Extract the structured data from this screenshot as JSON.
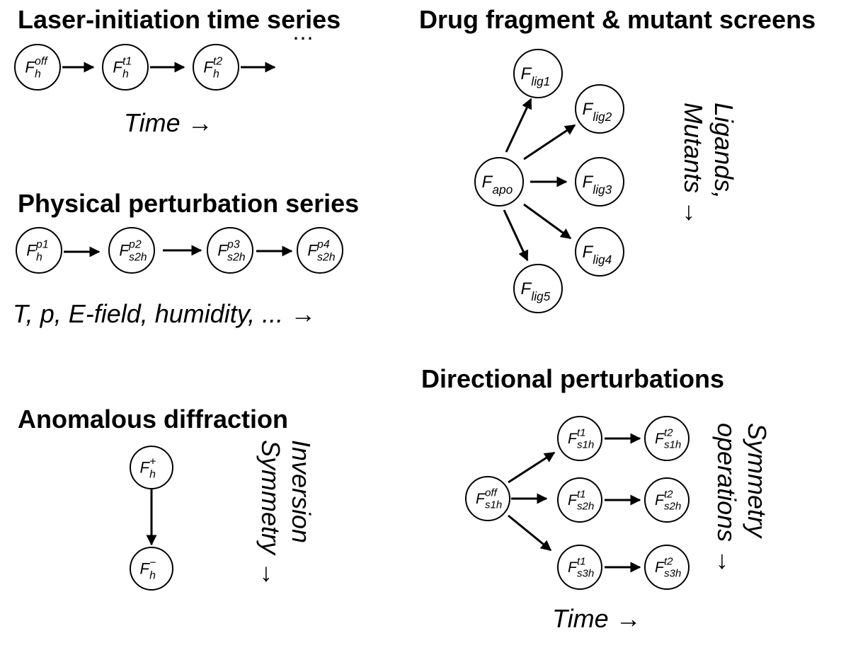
{
  "panels": {
    "laser": {
      "title": "Laser-initiation time series",
      "caption": "Time →",
      "nodes": [
        {
          "base": "F",
          "sup": "off",
          "sub": "h"
        },
        {
          "base": "F",
          "sup": "t1",
          "sub": "h"
        },
        {
          "base": "F",
          "sup": "t2",
          "sub": "h"
        }
      ],
      "ellipsis": "⋯"
    },
    "physical": {
      "title": "Physical perturbation series",
      "caption": "T, p, E-field, humidity, ... →",
      "nodes": [
        {
          "base": "F",
          "sup": "p1",
          "sub": "h"
        },
        {
          "base": "F",
          "sup": "p2",
          "sub": "s2h"
        },
        {
          "base": "F",
          "sup": "p3",
          "sub": "s2h"
        },
        {
          "base": "F",
          "sup": "p4",
          "sub": "s2h"
        }
      ]
    },
    "anomalous": {
      "title": "Anomalous diffraction",
      "side_label_lines": [
        "Inversion",
        "Symmetry →"
      ],
      "nodes": [
        {
          "base": "F",
          "sup": "+",
          "sub": "h"
        },
        {
          "base": "F",
          "sup": "−",
          "sub": "h"
        }
      ]
    },
    "drug": {
      "title": "Drug fragment & mutant screens",
      "side_label_lines": [
        "Ligands,",
        "Mutants →"
      ],
      "center": {
        "base": "F",
        "sup": "",
        "sub": "apo"
      },
      "nodes": [
        {
          "base": "F",
          "sup": "",
          "sub": "lig1"
        },
        {
          "base": "F",
          "sup": "",
          "sub": "lig2"
        },
        {
          "base": "F",
          "sup": "",
          "sub": "lig3"
        },
        {
          "base": "F",
          "sup": "",
          "sub": "lig4"
        },
        {
          "base": "F",
          "sup": "",
          "sub": "lig5"
        }
      ]
    },
    "directional": {
      "title": "Directional perturbations",
      "caption": "Time →",
      "side_label_lines": [
        "Symmetry",
        "operations →"
      ],
      "source": {
        "base": "F",
        "sup": "off",
        "sub": "s1h"
      },
      "rows": [
        [
          {
            "base": "F",
            "sup": "t1",
            "sub": "s1h"
          },
          {
            "base": "F",
            "sup": "t2",
            "sub": "s1h"
          }
        ],
        [
          {
            "base": "F",
            "sup": "t1",
            "sub": "s2h"
          },
          {
            "base": "F",
            "sup": "t2",
            "sub": "s2h"
          }
        ],
        [
          {
            "base": "F",
            "sup": "t1",
            "sub": "s3h"
          },
          {
            "base": "F",
            "sup": "t2",
            "sub": "s3h"
          }
        ]
      ]
    }
  }
}
